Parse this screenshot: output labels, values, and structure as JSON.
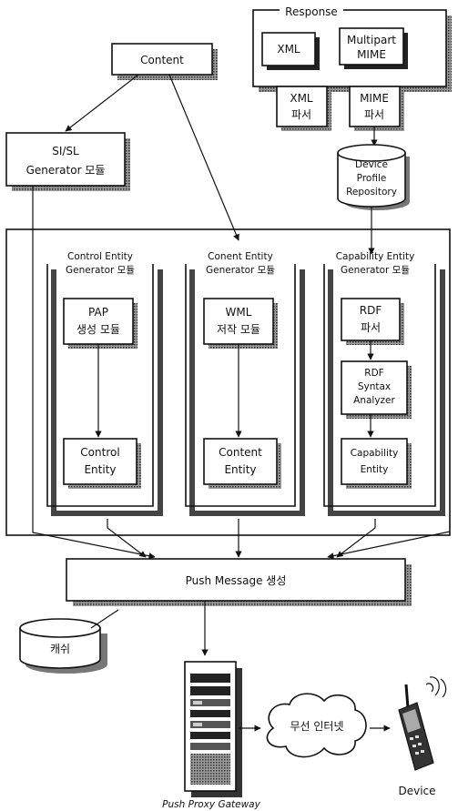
{
  "diagram": {
    "response": {
      "title": "Response",
      "xml": "XML",
      "multipart_line1": "Multipart",
      "multipart_line2": "MIME"
    },
    "xml_parser": {
      "line1": "XML",
      "line2": "파서"
    },
    "mime_parser": {
      "line1": "MIME",
      "line2": "파서"
    },
    "device_profile": {
      "line1": "Device",
      "line2": "Profile",
      "line3": "Repository"
    },
    "content": "Content",
    "sisl": {
      "line1": "SI/SL",
      "line2": "Generator 모듈"
    },
    "control_group": {
      "title1": "Control Entity",
      "title2": "Generator 모듈",
      "inner1_line1": "PAP",
      "inner1_line2": "생성 모듈",
      "inner2_line1": "Control",
      "inner2_line2": "Entity"
    },
    "content_group": {
      "title1": "Conent Entity",
      "title2": "Generator 모듈",
      "inner1_line1": "WML",
      "inner1_line2": "저작 모듈",
      "inner2_line1": "Content",
      "inner2_line2": "Entity"
    },
    "capability_group": {
      "title1": "Capability Entity",
      "title2": "Generator 모듈",
      "rdf_parser_line1": "RDF",
      "rdf_parser_line2": "파서",
      "rdf_syntax_line1": "RDF",
      "rdf_syntax_line2": "Syntax",
      "rdf_syntax_line3": "Analyzer",
      "cap_entity_line1": "Capability",
      "cap_entity_line2": "Entity"
    },
    "push_message": "Push Message 생성",
    "cache": "캐쉬",
    "ppg": "Push Proxy Gateway",
    "wireless": "무선 인터넷",
    "device": "Device"
  }
}
